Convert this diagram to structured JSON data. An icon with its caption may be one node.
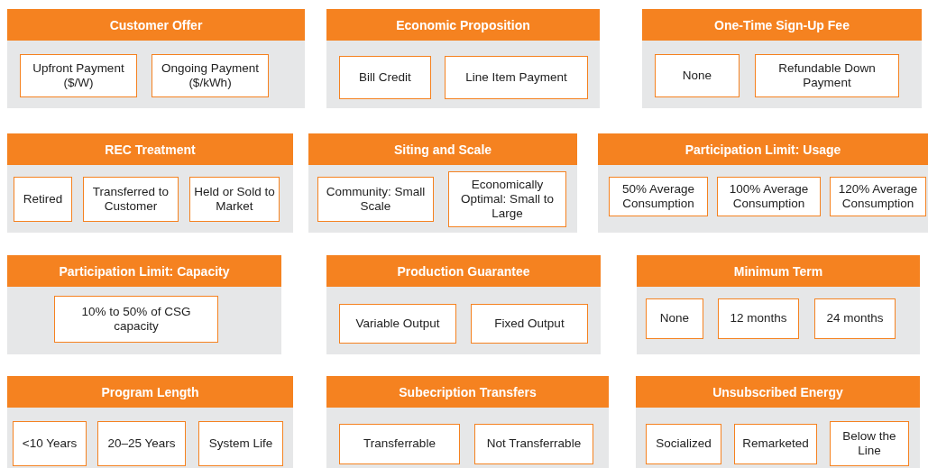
{
  "diagram": {
    "nodes": [
      {
        "text": [
          "Customer Offer"
        ]
      },
      {
        "text": [
          "Upfront Payment ($/W)"
        ],
        "in": 0
      },
      {
        "text": [
          "Ongoing Payment ($/kWh)"
        ],
        "in": 0
      },
      {
        "text": [
          "Economic Proposition"
        ]
      },
      {
        "text": [
          "Bill Credit"
        ],
        "in": 3
      },
      {
        "text": [
          "Line Item Payment"
        ],
        "in": 3
      },
      {
        "text": [
          "One-Time Sign-Up Fee"
        ]
      },
      {
        "text": [
          "None"
        ],
        "in": 6
      },
      {
        "text": [
          "Refundable Down Payment"
        ],
        "in": 6
      },
      {
        "text": [
          "REC Treatment"
        ]
      },
      {
        "text": [
          "Retired"
        ],
        "in": 9
      },
      {
        "text": [
          "Transferred to Customer"
        ],
        "in": 9
      },
      {
        "text": [
          "Held or Sold to Market"
        ],
        "in": 9
      },
      {
        "text": [
          "Siting and Scale"
        ]
      },
      {
        "text": [
          "Community: Small Scale"
        ],
        "in": 13
      },
      {
        "text": [
          "Economically Optimal: Small to Large"
        ],
        "in": 13
      },
      {
        "text": [
          "Participation Limit: Usage"
        ]
      },
      {
        "text": [
          "50% Average Consumption"
        ],
        "in": 16
      },
      {
        "text": [
          "100% Average Consumption"
        ],
        "in": 16
      },
      {
        "text": [
          "120% Average Consumption"
        ],
        "in": 16
      },
      {
        "text": [
          "Participation Limit: Capacity"
        ]
      },
      {
        "text": [
          "10% to 50% of CSG capacity"
        ],
        "in": 20
      },
      {
        "text": [
          "Production Guarantee"
        ]
      },
      {
        "text": [
          "Variable Output"
        ],
        "in": 22
      },
      {
        "text": [
          "Fixed Output"
        ],
        "in": 22
      },
      {
        "text": [
          "Minimum Term"
        ]
      },
      {
        "text": [
          "None"
        ],
        "in": 25
      },
      {
        "text": [
          "12 months"
        ],
        "in": 25
      },
      {
        "text": [
          "24 months"
        ],
        "in": 25
      },
      {
        "text": [
          "Program Length"
        ]
      },
      {
        "text": [
          "<10 Years"
        ],
        "in": 29
      },
      {
        "text": [
          "20–25 Years"
        ],
        "in": 29
      },
      {
        "text": [
          "System Life"
        ],
        "in": 29
      },
      {
        "text": [
          "Subecription Transfers"
        ]
      },
      {
        "text": [
          "Transferrable"
        ],
        "in": 33
      },
      {
        "text": [
          "Not Transferrable"
        ],
        "in": 33
      },
      {
        "text": [
          "Unsubscribed Energy"
        ]
      },
      {
        "text": [
          "Socialized"
        ],
        "in": 36
      },
      {
        "text": [
          "Remarketed"
        ],
        "in": 36
      },
      {
        "text": [
          "Below the Line"
        ],
        "in": 36
      }
    ]
  }
}
